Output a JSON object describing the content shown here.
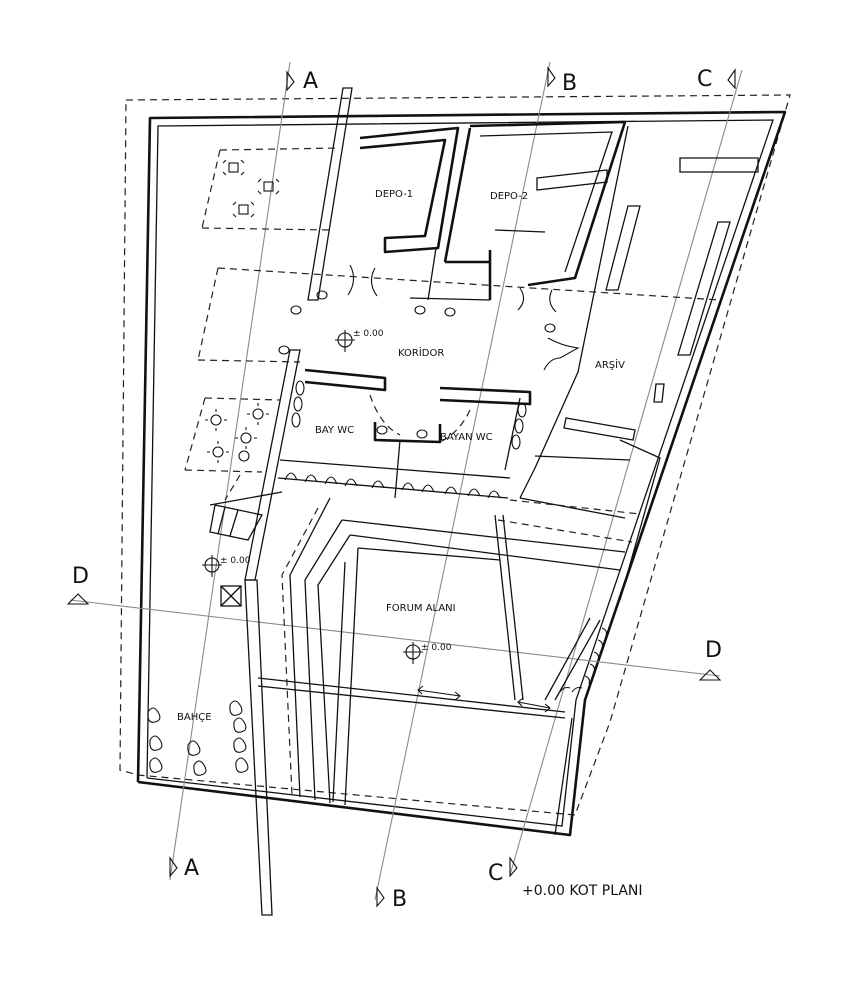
{
  "drawing": {
    "title": "+0.00 KOT PLANI",
    "rooms": {
      "depo1": "DEPO-1",
      "depo2": "DEPO-2",
      "koridor": "KORİDOR",
      "arsiv": "ARŞİV",
      "bay_wc": "BAY WC",
      "bayan_wc": "BAYAN WC",
      "forum": "FORUM ALANI",
      "bahce": "BAHÇE"
    },
    "levels": {
      "koridor": "± 0.00",
      "entrance": "± 0.00",
      "forum": "± 0.00"
    },
    "sections": {
      "a_top": "A",
      "a_bottom": "A",
      "b_top": "B",
      "b_bottom": "B",
      "c_top": "C",
      "c_bottom": "C",
      "d_left": "D",
      "d_right": "D"
    }
  }
}
